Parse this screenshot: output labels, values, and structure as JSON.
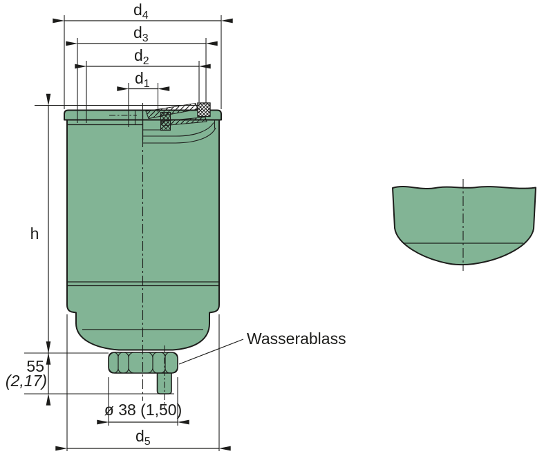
{
  "colors": {
    "body_fill": "#82b495",
    "line": "#1d1d1b",
    "background": "#ffffff"
  },
  "dimensions": {
    "d4": {
      "base": "d",
      "sub": "4"
    },
    "d3": {
      "base": "d",
      "sub": "3"
    },
    "d2": {
      "base": "d",
      "sub": "2"
    },
    "d1": {
      "base": "d",
      "sub": "1"
    },
    "d5": {
      "base": "d",
      "sub": "5"
    },
    "h": {
      "label": "h"
    },
    "drain_assembly_height": {
      "value_mm": "55",
      "value_inch": "(2,17)"
    },
    "drain_plug_size": {
      "label": "ø 38 (1,50)"
    }
  },
  "annotations": {
    "water_drain": "Wasserablass"
  }
}
